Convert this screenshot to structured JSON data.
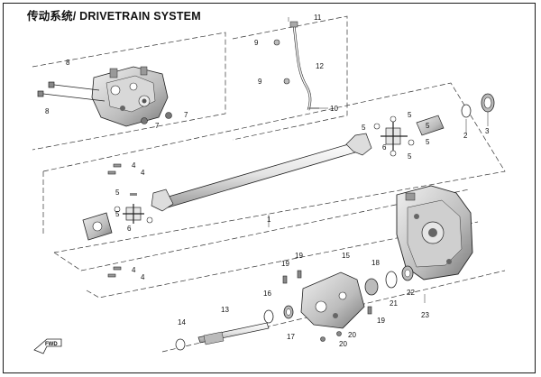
{
  "title": "传动系统/ DRIVETRAIN SYSTEM",
  "fwd_label": "FWD",
  "callouts": [
    {
      "id": "c1",
      "label": "1"
    },
    {
      "id": "c2",
      "label": "2"
    },
    {
      "id": "c3",
      "label": "3"
    },
    {
      "id": "c4a",
      "label": "4"
    },
    {
      "id": "c4b",
      "label": "4"
    },
    {
      "id": "c4c",
      "label": "4"
    },
    {
      "id": "c4d",
      "label": "4"
    },
    {
      "id": "c5a",
      "label": "5"
    },
    {
      "id": "c5b",
      "label": "5"
    },
    {
      "id": "c5c",
      "label": "5"
    },
    {
      "id": "c5d",
      "label": "5"
    },
    {
      "id": "c5e",
      "label": "5"
    },
    {
      "id": "c5f",
      "label": "5"
    },
    {
      "id": "c5g",
      "label": "5"
    },
    {
      "id": "c6a",
      "label": "6"
    },
    {
      "id": "c6b",
      "label": "6"
    },
    {
      "id": "c7a",
      "label": "7"
    },
    {
      "id": "c7b",
      "label": "7"
    },
    {
      "id": "c8a",
      "label": "8"
    },
    {
      "id": "c8b",
      "label": "8"
    },
    {
      "id": "c9a",
      "label": "9"
    },
    {
      "id": "c9b",
      "label": "9"
    },
    {
      "id": "c10",
      "label": "10"
    },
    {
      "id": "c11",
      "label": "11"
    },
    {
      "id": "c12",
      "label": "12"
    },
    {
      "id": "c13",
      "label": "13"
    },
    {
      "id": "c14",
      "label": "14"
    },
    {
      "id": "c15",
      "label": "15"
    },
    {
      "id": "c16",
      "label": "16"
    },
    {
      "id": "c17",
      "label": "17"
    },
    {
      "id": "c18",
      "label": "18"
    },
    {
      "id": "c19a",
      "label": "19"
    },
    {
      "id": "c19b",
      "label": "19"
    },
    {
      "id": "c19c",
      "label": "19"
    },
    {
      "id": "c20a",
      "label": "20"
    },
    {
      "id": "c20b",
      "label": "20"
    },
    {
      "id": "c21",
      "label": "21"
    },
    {
      "id": "c22",
      "label": "22"
    },
    {
      "id": "c23",
      "label": "23"
    }
  ]
}
